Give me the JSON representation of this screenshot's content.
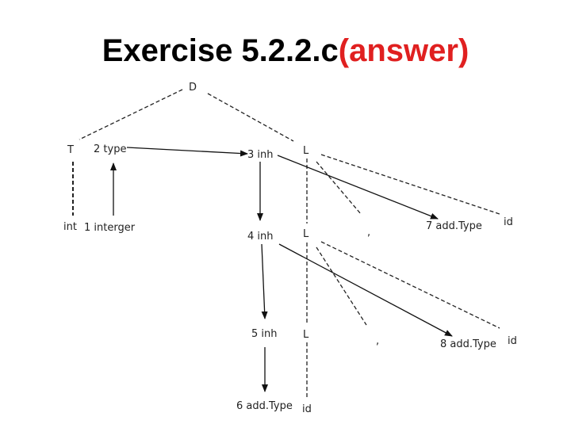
{
  "title": {
    "main": "Exercise 5.2.2.c",
    "accent": "(answer)"
  },
  "nodes": {
    "D": "D",
    "T": "T",
    "type2": "2 type",
    "inh3": "3 inh",
    "L1": "L",
    "int": "int",
    "interger1": "1 interger",
    "inh4": "4 inh",
    "L2": "L",
    "comma1": ",",
    "addType7": "7 add.Type",
    "id1": "id",
    "inh5": "5 inh",
    "L3": "L",
    "comma2": ",",
    "addType8": "8 add.Type",
    "id2": "id",
    "addType6": "6 add.Type",
    "id3": "id"
  }
}
